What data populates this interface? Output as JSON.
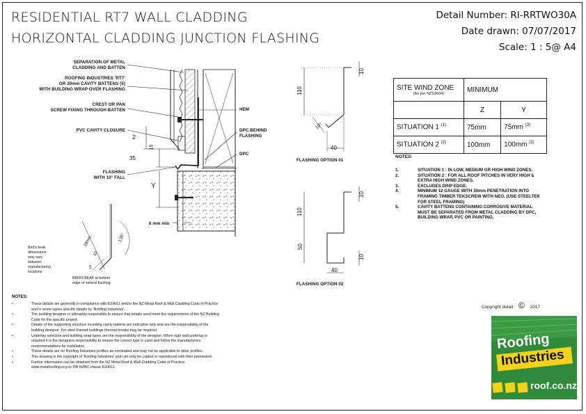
{
  "title": {
    "line1": "RESIDENTIAL RT7 WALL CLADDING",
    "line2": "HORIZONTAL CLADDING JUNCTION FLASHING"
  },
  "meta": {
    "detail_number": "Detail Number:  RI-RRTWO30A",
    "date_drawn": "Date drawn:  07/07/2017",
    "scale": "Scale:   1 : 5@ A4"
  },
  "labels": {
    "separation_1": "SEPARATION OF METAL",
    "separation_2": "CLADDING AND BATTEN",
    "roofing_1": "ROOFING INDUSTRIES 'RT7'",
    "roofing_2": "OR 20mm CAVITY BATTENS (5)",
    "roofing_3": "WITH BUILDING WRAP OVER FLASHING",
    "crest_1": "CREST OR PAN",
    "crest_2": "SCREW FIXING THROUGH BATTEN",
    "pvc": "PVC CAVITY CLOSURE",
    "flashing_1": "FLASHING",
    "flashing_2": "WITH 10° FALL",
    "hem": "HEM",
    "dpc_behind_1": "DPC BEHIND",
    "dpc_behind_2": "FLASHING",
    "dpc": "DPC",
    "six_mm": "6 mm min",
    "dim_2": "2",
    "dim_35": "35",
    "dim_15": "15",
    "dim_y": "Y",
    "flashing_option_01": "FLASHING OPTION 01",
    "flashing_option_02": "FLASHING OPTION 02",
    "opt1_110": "110",
    "opt1_10": "10",
    "opt1_40": "40",
    "opt1_angle": "10°",
    "opt2_110": "110",
    "opt2_50": "50",
    "opt2_10": "10",
    "opt2_40": "40",
    "beak_18": "18mm",
    "beak_10": "10",
    "beak_135": "135°",
    "beak_5": "5",
    "beak_caption_1": "BIRDS BEAK at bottom",
    "beak_caption_2": "edge of vertical flashing",
    "beak_note_1": "Bird's beak",
    "beak_note_2": "dimensions",
    "beak_note_3": "may vary",
    "beak_note_4": "between",
    "beak_note_5": "manufacturing",
    "beak_note_6": "locations"
  },
  "wind_table": {
    "h1": "SITE WIND ZONE",
    "h1_sub": "(As per NZS3604)",
    "h2": "MINIMUM",
    "col_z": "Z",
    "col_y": "Y",
    "r1_label": "SITUATION 1",
    "r1_sup": "(1)",
    "r1_z": "75mm",
    "r1_y": "75mm",
    "r1_ysup": "(3)",
    "r2_label": "SITUATION 2",
    "r2_sup": "(2)",
    "r2_z": "100mm",
    "r2_y": "100mm",
    "r2_ysup": "(3)"
  },
  "notes_right": {
    "heading": "NOTES:",
    "items": [
      {
        "n": "1.",
        "t": "SITUATION 1 : IN LOW, MEDIUM OR HIGH WIND ZONES."
      },
      {
        "n": "2.",
        "t": "SITUATION 2 : FOR ALL ROOF PITCHES IN VERY HIGH &"
      },
      {
        "n": "",
        "t": "EXTRA HIGH WIND ZONES."
      },
      {
        "n": "3.",
        "t": "EXCLUDES DRIP EDGE."
      },
      {
        "n": "4.",
        "t": "MINIMUM 12 GAUGE WITH 30mm PENETRATION INTO"
      },
      {
        "n": "",
        "t": "FRAMING TIMBER TEKSCREW WITH NEO.  (USE STEELTEK"
      },
      {
        "n": "",
        "t": "FOR STEEL FRAMING)"
      },
      {
        "n": "5.",
        "t": "CAVITY BATTENS CONTAINING CORROSIVE MATERIAL"
      },
      {
        "n": "",
        "t": "MUST BE SEPARATED FROM METAL CLADDING BY DPC,"
      },
      {
        "n": "",
        "t": "BUILDING WRAP, PVC OR PAINTING."
      }
    ]
  },
  "notes_bottom": {
    "heading": "NOTES:",
    "items": [
      {
        "b": "•",
        "t": "These details are generally in compliance with E2/AS1 and/or the NZ Metal Roof & Wall Cladding Code of Practice"
      },
      {
        "b": "",
        "t": "and in some cases specific details by 'Roofing Industries'."
      },
      {
        "b": "•",
        "t": "The building designer is ultimately responsible to ensure that details used meet the requirements of the NZ Building"
      },
      {
        "b": "",
        "t": "Code for the specific project."
      },
      {
        "b": "•",
        "t": "Details of the supporting structure including cavity battens are indicative only and are the responsibility of the"
      },
      {
        "b": "",
        "t": "building designer.  For steel framed buildings thermal breaks may be required."
      },
      {
        "b": "•",
        "t": "Underlay selection and building wrap types are the responsibility of the designer.  When rigid wall underlay is"
      },
      {
        "b": "",
        "t": "required it is the designers responsibility to ensure the correct type is used and follow the manufacturers"
      },
      {
        "b": "",
        "t": "recommendations for installation."
      },
      {
        "b": "•",
        "t": "These details are for Roofing Industries profiles as nominated and may not be applicable to other profiles."
      },
      {
        "b": "•",
        "t": "This drawing is the copyright of 'Roofing Industries' and can only be copied or reproduced with their permission."
      },
      {
        "b": "•",
        "t": "Further information can be obtained from the  NZ Metal Roof & Wall Cladding Code of Practice:"
      },
      {
        "b": "",
        "t": "www.metalroofing.org.nz OR NZBC clause E2/AS1."
      }
    ]
  },
  "copyright": {
    "text": "Copyright detail",
    "symbol": "©",
    "year": "2017"
  },
  "logo": {
    "word1": "Roofing",
    "word2": "Industries",
    "url": "roof.co.nz",
    "color_green": "#2f8a3a",
    "color_yellow": "#f2d31a"
  }
}
